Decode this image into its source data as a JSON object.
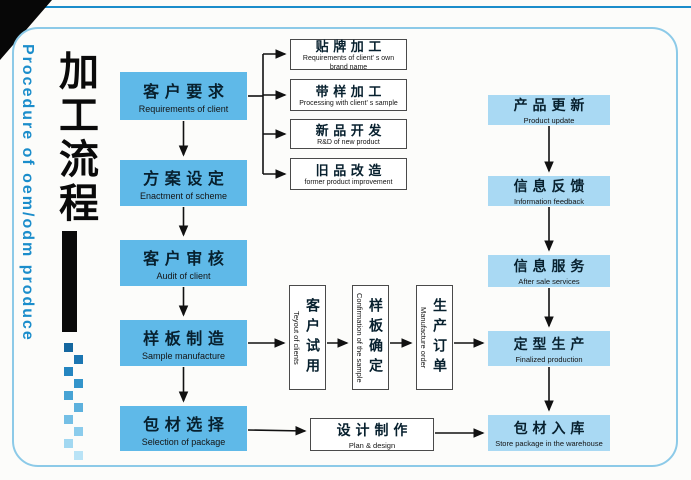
{
  "colors": {
    "left_box_fill": "#5fb9e8",
    "right_box_fill": "#a9d9f3",
    "accent_blue": "#1b8dcb",
    "frame_border": "#8ccae8",
    "arrow": "#111111"
  },
  "header": {
    "title_cn": "加工流程",
    "title_en": "Procedure of oem/odm produce"
  },
  "left_flow": [
    {
      "cn": "客户要求",
      "en": "Requirements of client"
    },
    {
      "cn": "方案设定",
      "en": "Enactment of scheme"
    },
    {
      "cn": "客户审核",
      "en": "Audit of client"
    },
    {
      "cn": "样板制造",
      "en": "Sample manufacture"
    },
    {
      "cn": "包材选择",
      "en": "Selection of package"
    }
  ],
  "branch_flow": [
    {
      "cn": "贴牌加工",
      "en": "Requirements of client' s own brand name"
    },
    {
      "cn": "带样加工",
      "en": "Processing with client' s sample"
    },
    {
      "cn": "新品开发",
      "en": "R&D of new product"
    },
    {
      "cn": "旧品改造",
      "en": "former product improvement"
    }
  ],
  "middle_flow": [
    {
      "cn": "客户试用",
      "en": "Teyout of clients"
    },
    {
      "cn": "样板确定",
      "en": "Confirmation of the sample"
    },
    {
      "cn": "生产订单",
      "en": "Manufacture order"
    }
  ],
  "right_flow": [
    {
      "cn": "产品更新",
      "en": "Product update"
    },
    {
      "cn": "信息反馈",
      "en": "Information feedback"
    },
    {
      "cn": "信息服务",
      "en": "After sale services"
    },
    {
      "cn": "定型生产",
      "en": "Finalized production"
    },
    {
      "cn": "包材入库",
      "en": "Store package in the warehouse"
    }
  ],
  "design_box": {
    "cn": "设计制作",
    "en": "Plan & design"
  },
  "decor": {
    "squares": [
      "#15679f",
      "#1b76b2",
      "#2485c0",
      "#3394ca",
      "#47a3d4",
      "#5db1dd",
      "#74bfe5",
      "#8bccec",
      "#a2d8f1",
      "#b9e3f6"
    ]
  }
}
